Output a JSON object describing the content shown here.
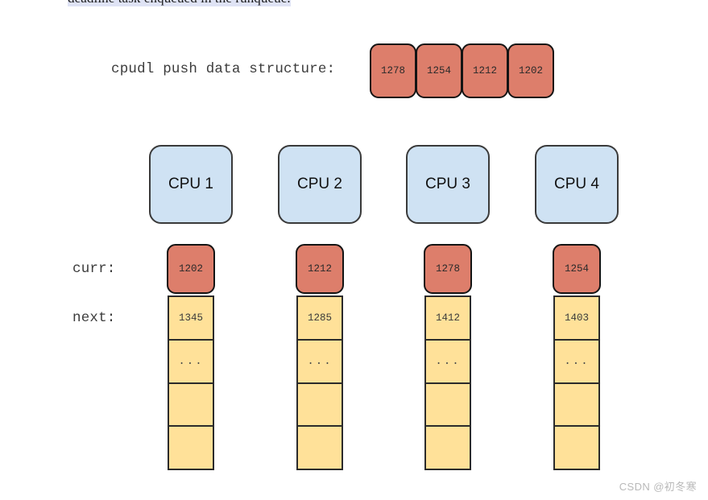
{
  "top_heading": {
    "text": "deadline task enqueued in the runqueue.",
    "highlight_color": "#dfe3f5"
  },
  "push_structure": {
    "label": "cpudl push data structure:",
    "cells": [
      "1278",
      "1254",
      "1212",
      "1202"
    ],
    "cell_color": "#dd7e6b"
  },
  "row_labels": {
    "curr": "curr:",
    "next": "next:"
  },
  "colors": {
    "cpu_box": "#cfe2f3",
    "curr_box": "#dd7e6b",
    "next_cell": "#ffe199",
    "outline": "#2b2b2b"
  },
  "cpus": [
    {
      "name": "CPU 1",
      "curr": "1202",
      "next": [
        "1345",
        "...",
        "",
        ""
      ]
    },
    {
      "name": "CPU 2",
      "curr": "1212",
      "next": [
        "1285",
        "...",
        "",
        ""
      ]
    },
    {
      "name": "CPU 3",
      "curr": "1278",
      "next": [
        "1412",
        "...",
        "",
        ""
      ]
    },
    {
      "name": "CPU 4",
      "curr": "1254",
      "next": [
        "1403",
        "...",
        "",
        ""
      ]
    }
  ],
  "watermark": "CSDN @初冬寒"
}
